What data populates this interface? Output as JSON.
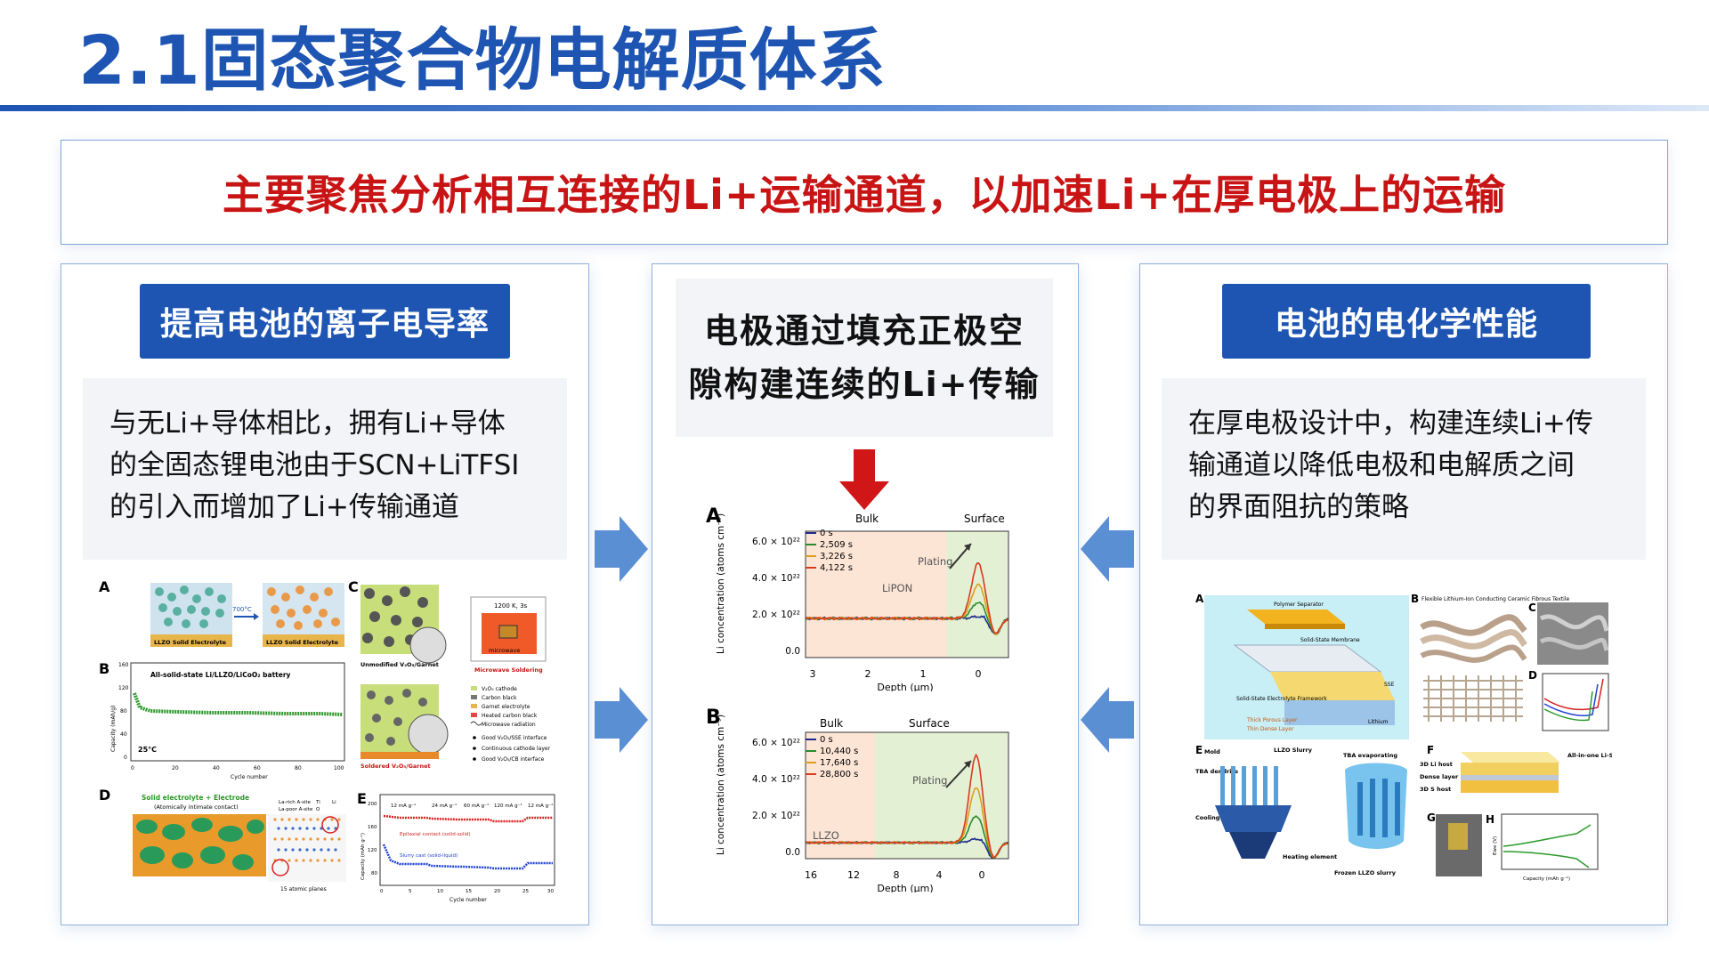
{
  "page": {
    "title": "2.1固态聚合物电解质体系"
  },
  "banner": {
    "text": "主要聚焦分析相互连接的Li+运输通道，以加速Li+在厚电极上的运输"
  },
  "left": {
    "heading": "提高电池的离子电导率",
    "lines": [
      "与无Li+导体相比，拥有Li+导体",
      "的全固态锂电池由于SCN+LiTFSI",
      "的引入而增加了Li+传输通道"
    ],
    "figure": {
      "labels": [
        "A",
        "B",
        "C",
        "D",
        "E"
      ],
      "texts": {
        "llzo1": "LLZO Solid Electrolyte",
        "llzo2": "LLZO Solid Electrolyte",
        "temp": "700°C",
        "b_title": "All-solid-state Li/LLZO/LiCoO₂ battery",
        "b_temp": "25°C",
        "b_x": "Cycle number",
        "b_y": "Capacity (mAh/g)",
        "b_ticks_x": [
          "0",
          "20",
          "40",
          "60",
          "80",
          "100"
        ],
        "b_ticks_y": [
          "160",
          "120",
          "80",
          "40",
          "0"
        ],
        "c_1200": "1200 K, 3s",
        "c_mw": "microwave",
        "c_unmod": "Unmodified V₂O₅/Garnet",
        "c_solder": "Microwave Soldering",
        "c_soldered": "Soldered V₂O₅/Garnet",
        "c_legend": [
          "V₂O₅ cathode",
          "Carbon black",
          "Garnet electrolyte",
          "Heated carbon black",
          "Microwave radiation"
        ],
        "c_bullets": [
          "Good V₂O₅/SSE interface",
          "Continuous cathode layer",
          "Good V₂O₅/CB interface"
        ],
        "d_title": "Solid electrolyte + Electrode",
        "d_sub": "(Atomically intimate contact)",
        "d_legend": [
          "La-rich A-site",
          "La-poor A-site",
          "Ti",
          "O",
          "Li"
        ],
        "d_planes": "15 atomic planes",
        "e_rates": [
          "12 mA g⁻¹",
          "24 mA g⁻¹",
          "60 mA g⁻¹",
          "120 mA g⁻¹",
          "12 mA g⁻¹"
        ],
        "e_red": "Epitaxial contact (solid-solid)",
        "e_blue": "Slurry cast (solid-liquid)",
        "e_x": "Cycle number",
        "e_y": "Capacity (mAh g⁻¹)",
        "e_ticks_x": [
          "0",
          "5",
          "10",
          "15",
          "20",
          "25",
          "30"
        ],
        "e_ticks_y": [
          "200",
          "160",
          "120",
          "80"
        ]
      }
    }
  },
  "middle": {
    "heading_lines": [
      "电极通过填充正极空",
      "隙构建连续的Li+传输"
    ],
    "colors": {
      "arrow": "#d01616"
    },
    "chart_data": [
      {
        "type": "line",
        "panel": "A",
        "xlabel": "Depth (μm)",
        "ylabel": "Li concentration (atoms cm⁻³)",
        "x_ticks": [
          "3",
          "2",
          "1",
          "0"
        ],
        "y_ticks": [
          "0.0",
          "2.0 × 10²²",
          "4.0 × 10²²",
          "6.0 × 10²²"
        ],
        "regions": [
          "Bulk",
          "Surface"
        ],
        "annotations": [
          "LiPON",
          "Plating"
        ],
        "legend": [
          "0 s",
          "2,509 s",
          "3,226 s",
          "4,122 s"
        ],
        "colors": [
          "#1c2a8c",
          "#2b8a2b",
          "#d9a01a",
          "#d83a1f"
        ]
      },
      {
        "type": "line",
        "panel": "B",
        "xlabel": "Depth (μm)",
        "ylabel": "Li concentration (atoms cm⁻³)",
        "x_ticks": [
          "16",
          "12",
          "8",
          "4",
          "0"
        ],
        "y_ticks": [
          "0.0",
          "2.0 × 10²²",
          "4.0 × 10²²",
          "6.0 × 10²²"
        ],
        "regions": [
          "Bulk",
          "Surface"
        ],
        "annotations": [
          "LLZO",
          "Plating"
        ],
        "legend": [
          "0 s",
          "10,440 s",
          "17,640 s",
          "28,800 s"
        ],
        "colors": [
          "#1c2a8c",
          "#2b8a2b",
          "#d9a01a",
          "#d83a1f"
        ]
      }
    ]
  },
  "right": {
    "heading": "电池的电化学性能",
    "lines": [
      "在厚电极设计中，构建连续Li+传",
      "输通道以降低电极和电解质之间",
      "的界面阻抗的策略"
    ],
    "figure": {
      "labels": [
        "A",
        "B",
        "C",
        "D",
        "E",
        "F",
        "G",
        "H"
      ],
      "texts": {
        "a_sep": "Polymer Separator",
        "a_mem": "Solid-State Membrane",
        "a_li": "Lithium",
        "a_frame": "Solid-State Electrolyte Framework",
        "a_thick": "Thick Porous Layer",
        "a_thin": "Thin Dense Layer",
        "a_ssp": "SSE",
        "b_title": "Flexible Lithium-Ion Conducting Ceramic Fibrous Textile",
        "e_mold": "Mold",
        "e_tba": "TBA dendrite",
        "e_slurry": "LLZO Slurry",
        "e_cool": "Cooling plate",
        "e_heat": "Heating element",
        "e_evap": "TBA evaporating",
        "e_frozen": "Frozen LLZO slurry",
        "f_layers": [
          "3D Li host",
          "Dense layer",
          "3D S host"
        ],
        "f_label": "All-in-one Li-S Battery",
        "h_x": "Capacity (mAh g⁻¹)",
        "h_y": "Ewe (V)"
      }
    }
  }
}
